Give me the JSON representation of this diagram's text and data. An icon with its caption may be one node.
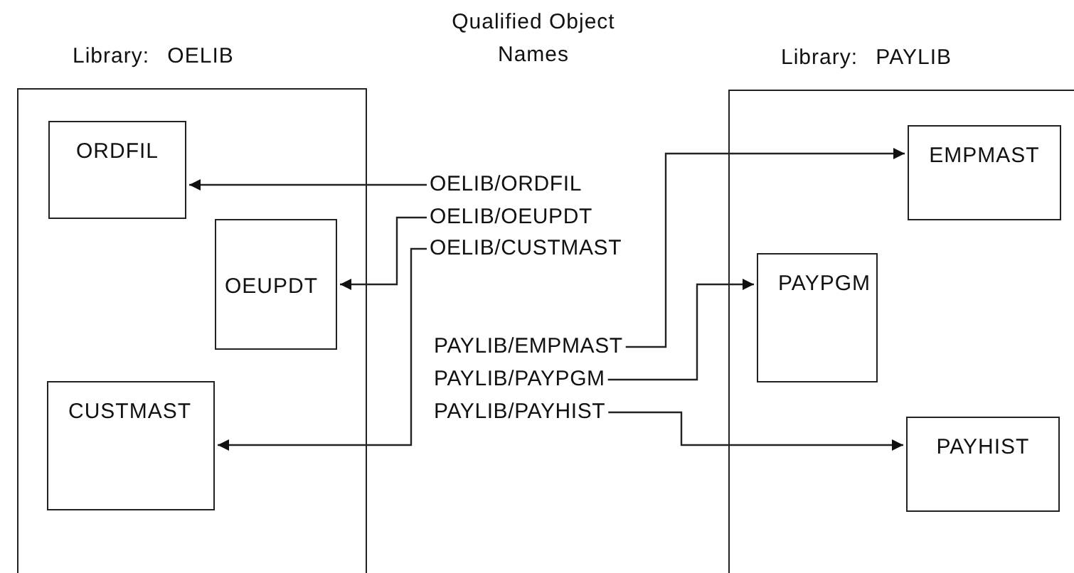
{
  "diagram": {
    "title": "Qualified Object Names",
    "nodes": [
      {
        "text": [
          "Library: OELIB"
        ]
      },
      {
        "text": [
          "ORDFIL"
        ],
        "in": 0
      },
      {
        "text": [
          "OEUPDT"
        ],
        "in": 0
      },
      {
        "text": [
          "CUSTMAST"
        ],
        "in": 0
      },
      {
        "text": [
          "OELIB/ORDFIL"
        ]
      },
      {
        "text": [
          "OELIB/OEUPDT"
        ]
      },
      {
        "text": [
          "OELIB/CUSTMAST"
        ]
      },
      {
        "text": [
          "PAYLIB/EMPMAST"
        ]
      },
      {
        "text": [
          "PAYLIB/PAYPGM"
        ]
      },
      {
        "text": [
          "PAYLIB/PAYHIST"
        ]
      },
      {
        "text": [
          "Library: PAYLIB"
        ]
      },
      {
        "text": [
          "EMPMAST"
        ],
        "in": 10
      },
      {
        "text": [
          "PAYPGM"
        ],
        "in": 10
      },
      {
        "text": [
          "PAYHIST"
        ],
        "in": 10
      }
    ],
    "edges": [
      {
        "from": 4,
        "to": 1,
        "arrow": "to"
      },
      {
        "from": 5,
        "to": 2,
        "arrow": "to"
      },
      {
        "from": 6,
        "to": 3,
        "arrow": "to"
      },
      {
        "from": 7,
        "to": 11,
        "arrow": "to"
      },
      {
        "from": 8,
        "to": 12,
        "arrow": "to"
      },
      {
        "from": 9,
        "to": 13,
        "arrow": "to"
      }
    ]
  }
}
